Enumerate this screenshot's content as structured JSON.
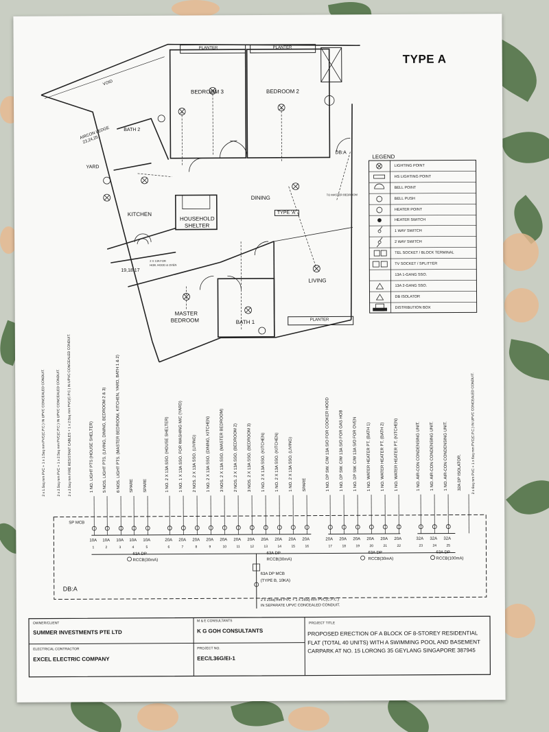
{
  "sheet": {
    "type_title": "TYPE A",
    "rooms": {
      "bedroom3": "BEDROOM 3",
      "bedroom2": "BEDROOM 2",
      "planter1": "PLANTER",
      "planter2": "PLANTER",
      "planter3": "PLANTER",
      "void": "VOID",
      "aircon_ledge": "AIRCON LEDGE",
      "aircon_nums": "23,24,25",
      "bath2": "BATH 2",
      "yard": "YARD",
      "kitchen": "KITCHEN",
      "household_shelter_1": "HOUSEHOLD",
      "household_shelter_2": "SHELTER",
      "dining": "DINING",
      "type_a_tag": "TYPE 'A'",
      "living": "LIVING",
      "master_bedroom_1": "MASTER",
      "master_bedroom_2": "BEDROOM",
      "bath1": "BATH 1",
      "db_a": "DB:A",
      "to_master_bedroom": "TO MASTER BEDROOM",
      "hob_note_1": "2 X 13A FOR",
      "hob_note_2": "HOB, HOOD & OVEN",
      "hob_nums": "19,18,17"
    },
    "legend": {
      "title": "LEGEND",
      "items": [
        "LIGHTING POINT",
        "HS LIGHTING POINT",
        "BELL POINT",
        "BELL PUSH",
        "HEATER POINT",
        "HEATER SWITCH",
        "1 WAY SWITCH",
        "2 WAY SWITCH",
        "TEL SOCKET / BLOCK TERMINAL",
        "TV SOCKET / SPLITTER",
        "13A 1-GANG SSO.",
        "13A 2-GANG SSO.",
        "DB ISOLATOR",
        "DISTRIBUTION BOX"
      ]
    },
    "schematic": {
      "supply_left_1": "2 x 1.5sq mm PVC + 1 x 1.5sq mm PVC(C.P.C.) IN UPVC CONCEALED CONDUIT.",
      "supply_left_2": "2 x 2.5sq mm PVC + 1 x 2.5sq mm PVC(C.P.C.) IN UPVC CONCEALED CONDUIT.",
      "supply_left_3": "2 x 2.5sq mm FIRE RESISTANT CABLES + 1 x 2.5sq mm PVC(C.P.C.) IN UPVC CONCEALED CONDUIT.",
      "circuits": [
        "1 NO. LIGHT PTS (HOUSE SHELTER)",
        "5 NOS. LIGHT PTS. (LIVING, DINING, BEDROOM 2 & 3)",
        "6 NOS. LIGHT PTS. (MASTER BEDROOM, KITCHEN, YARD, BATH 1 & 2)",
        "SPARE",
        "SPARE",
        "1 NO. 2 X 13A SSO. (HOUSE SHELTER)",
        "1 NO. 1 X 13A SSO. FOR WASHING M/C (YARD)",
        "2 NOS. 2 X 13A SSO. (LIVING)",
        "1 NO. 2 X 13A SSO. (DINING, KITCHEN)",
        "3 NOS. 2 X 13A SSO. (MASTER BEDROOM)",
        "2 NOS. 2 X 13A SSO. (BEDROOM 2)",
        "3 NOS. 2 X 13A SSO. (BEDROOM 3)",
        "1 NO. 2 X 13A SSO. (KITCHEN)",
        "1 NO. 2 X 13A SSO. (KITCHEN)",
        "1 NO. 2 X 13A SSO. (LIVING)",
        "SPARE",
        "1 NO. DP SW. C/W 13A S/O FOR COOKER HOOD",
        "1 NO. DP SW. C/W 13A S/O FOR GAS HOB",
        "1 NO. DP SW. C/W 13A S/O FOR OVEN",
        "1 NO. WATER HEATER PT. (BATH 1)",
        "1 NO. WATER HEATER PT. (BATH 2)",
        "1 NO. WATER HEATER PT. (KITCHEN)",
        "1 NO. AIR-CON CONDENSING UNIT.",
        "1 NO. AIR-CON CONDENSING UNIT.",
        "1 NO. AIR-CON CONDENSING UNIT.",
        "32A DP ISOLATOR."
      ],
      "supply_right": "2 x 6sq mm PVC + 1 x 6sq mm PVC(C.P.C.) IN UPVC CONCEALED CONDUIT.",
      "sp_mcb": "SP MCB",
      "ratings": [
        "10A",
        "10A",
        "10A",
        "10A",
        "10A",
        "20A",
        "20A",
        "20A",
        "20A",
        "20A",
        "20A",
        "20A",
        "20A",
        "20A",
        "20A",
        "20A",
        "20A",
        "20A",
        "20A",
        "20A",
        "20A",
        "20A",
        "32A",
        "32A",
        "32A"
      ],
      "numbers": [
        "1",
        "2",
        "3",
        "4",
        "5",
        "6",
        "7",
        "8",
        "9",
        "10",
        "11",
        "12",
        "13",
        "14",
        "15",
        "16",
        "17",
        "18",
        "19",
        "20",
        "21",
        "22",
        "23",
        "24",
        "25"
      ],
      "rccb1_a": "63A DP",
      "rccb1_b": "RCCB(30mA)",
      "rccb2_a": "63A DP",
      "rccb2_b": "RCCB(30mA)",
      "rccb3_a": "63A DP",
      "rccb3_b": "RCCB(30mA)",
      "rccb4_a": "63A DP",
      "rccb4_b": "RCCB(100mA)",
      "main_mcb_a": "63A DP MCB",
      "main_mcb_b": "(TYPE B, 10KA)",
      "db_label": "DB:A",
      "incoming_1": "2 x 25sq mm PVC + 1 x 16sq mm PVC(C.P.C.)",
      "incoming_2": "IN SEPARATE UPVC CONCEALED CONDUIT."
    },
    "title_block": {
      "owner_label": "OWNER/CLIENT",
      "owner": "SUMMER INVESTMENTS PTE LTD",
      "me_label": "M & E CONSULTANTS",
      "me": "K G GOH CONSULTANTS",
      "project_title_label": "PROJECT TITLE",
      "project_title": "PROPOSED ERECTION OF A BLOCK OF 8-STOREY RESIDENTIAL FLAT (TOTAL 40 UNITS) WITH A SWIMMING POOL AND BASEMENT CARPARK AT NO. 15 LORONG 35 GEYLANG SINGAPORE 387945",
      "contractor_label": "ELECTRICAL CONTRACTOR",
      "contractor": "EXCEL ELECTRIC COMPANY",
      "project_no_label": "PROJECT NO.",
      "project_no": "EEC/L36G/EI-1"
    }
  }
}
